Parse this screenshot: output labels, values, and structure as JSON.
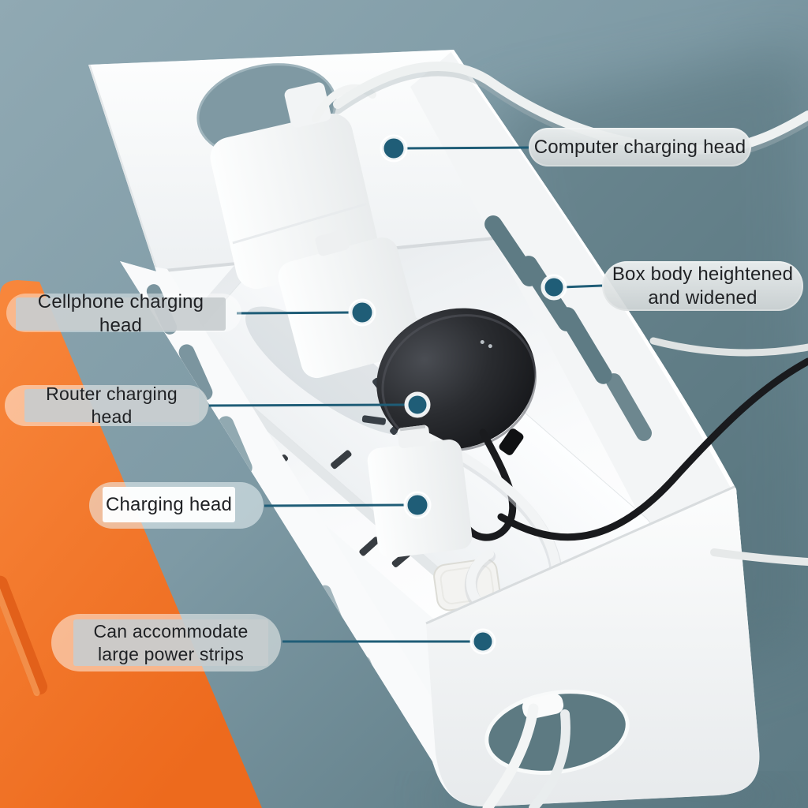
{
  "meta": {
    "type": "annotated-product-photo",
    "subject": "White cable management storage box holding a power strip with chargers and a router"
  },
  "palette": {
    "background_top_left": "#8ca6b0",
    "background_right_dark": "#5e7b83",
    "mat_orange": "#f3752b",
    "box_white": "#f7f9fa",
    "router_black": "#1c1e22",
    "annotation_line": "#1f5d77",
    "annotation_dot": "#1f5d77",
    "label_gray_bg": "#c7cccd",
    "label_white_bg": "#fdfdfd",
    "label_text": "#1f2124"
  },
  "callouts": [
    {
      "id": "computer-charging-head",
      "label": "Computer charging head",
      "style": "gray-pill"
    },
    {
      "id": "box-body",
      "label": "Box body heightened and widened",
      "style": "gray-pill"
    },
    {
      "id": "cellphone-charging-head",
      "label": "Cellphone charging head",
      "style": "gray-rect"
    },
    {
      "id": "router-charging-head",
      "label": "Router charging head",
      "style": "gray-rect"
    },
    {
      "id": "charging-head",
      "label": "Charging head",
      "style": "white-rect"
    },
    {
      "id": "power-strips",
      "label": "Can accommodate large power strips",
      "style": "gray-rect"
    }
  ],
  "scene_objects": [
    "storage box",
    "computer charger",
    "cellphone charger",
    "router",
    "charging head",
    "power strip",
    "power switch",
    "orange desk mat",
    "white charging cables",
    "black router cable",
    "cable exit hole"
  ]
}
